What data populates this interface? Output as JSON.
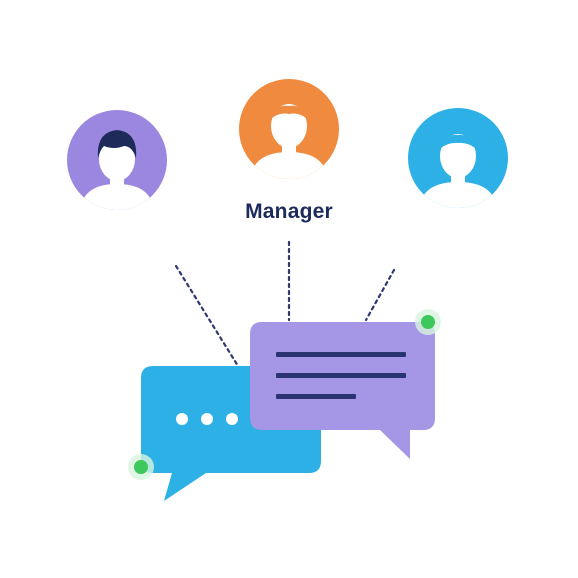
{
  "labels": {
    "center": "Manager"
  },
  "avatars": [
    {
      "role": "left-user",
      "color": "#9b87e0"
    },
    {
      "role": "manager",
      "color": "#f08a3e"
    },
    {
      "role": "right-user",
      "color": "#2cb0e6"
    }
  ],
  "colors": {
    "skin_fill": "#ffffff",
    "hair_dark": "#1e2b5a",
    "hair_orange": "#f08a3e",
    "hair_blue": "#2cb0e6",
    "connector": "#2e3a6e",
    "bubble_blue": "#2cb0e6",
    "bubble_purple": "#a596e6",
    "bubble_lines": "#2a3472",
    "dot_white": "#ffffff",
    "green_dot": "#3cc85a",
    "green_glow": "#d8f5df"
  },
  "icons": [
    "user-avatar-icon",
    "chat-bubble-icon",
    "typing-dots-icon",
    "message-lines-icon"
  ]
}
